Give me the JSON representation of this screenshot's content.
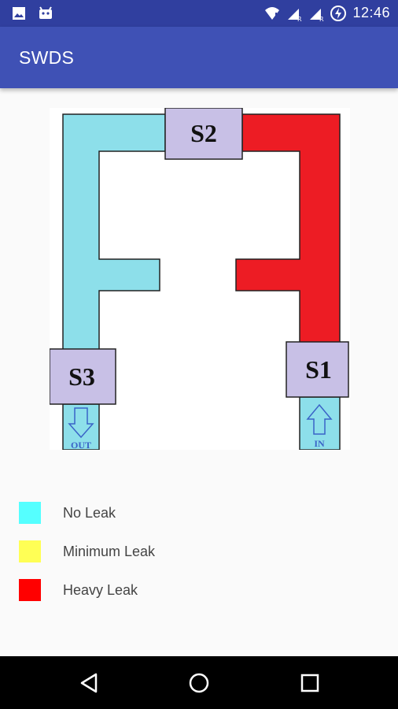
{
  "status_bar": {
    "time": "12:46",
    "left_icons": [
      "image-icon",
      "android-icon"
    ],
    "right_icons": [
      "wifi-icon",
      "signal-r-icon",
      "signal-r2-icon",
      "battery-charging-icon"
    ]
  },
  "app_bar": {
    "title": "SWDS"
  },
  "diagram": {
    "sensors": [
      {
        "id": "s1",
        "label": "S1"
      },
      {
        "id": "s2",
        "label": "S2"
      },
      {
        "id": "s3",
        "label": "S3"
      }
    ],
    "inlet_label": "IN",
    "outlet_label": "OUT",
    "pipe_colors": {
      "left_branch": "#8ddfea",
      "right_branch": "#ed1c24"
    },
    "sensor_color": "#c8c0e6",
    "flow_color": "#8ddfea"
  },
  "legend": {
    "items": [
      {
        "label": "No Leak",
        "color": "#55ffff"
      },
      {
        "label": "Minimum Leak",
        "color": "#ffff55"
      },
      {
        "label": "Heavy Leak",
        "color": "#ff0000"
      }
    ]
  },
  "nav_bar": {
    "buttons": [
      "back-icon",
      "home-icon",
      "recents-icon"
    ]
  }
}
